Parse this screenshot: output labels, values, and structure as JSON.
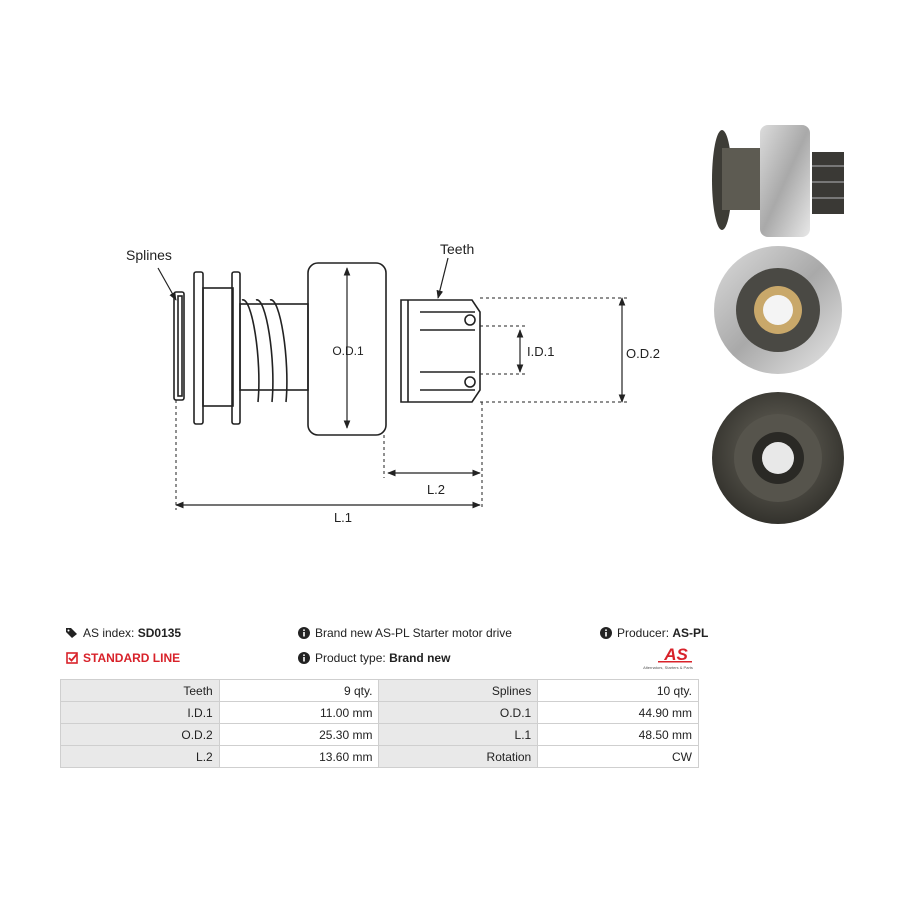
{
  "diagram": {
    "labels": {
      "splines": "Splines",
      "teeth": "Teeth",
      "od1": "O.D.1",
      "id1": "I.D.1",
      "od2": "O.D.2",
      "l1": "L.1",
      "l2": "L.2"
    }
  },
  "info": {
    "as_index_label": "AS index:",
    "as_index_value": "SD0135",
    "standard_line": "STANDARD LINE",
    "description": "Brand new AS-PL Starter motor drive",
    "product_type_label": "Product type:",
    "product_type_value": "Brand new",
    "producer_label": "Producer:",
    "producer_value": "AS-PL",
    "logo_text": "AS",
    "logo_subtext": "Alternators, Starters & Parts"
  },
  "specs": [
    {
      "k1": "Teeth",
      "v1": "9 qty.",
      "k2": "Splines",
      "v2": "10 qty."
    },
    {
      "k1": "I.D.1",
      "v1": "11.00 mm",
      "k2": "O.D.1",
      "v2": "44.90 mm"
    },
    {
      "k1": "O.D.2",
      "v1": "25.30 mm",
      "k2": "L.1",
      "v2": "48.50 mm"
    },
    {
      "k1": "L.2",
      "v1": "13.60 mm",
      "k2": "Rotation",
      "v2": "CW"
    }
  ],
  "colors": {
    "accent_red": "#d8222a",
    "table_key_bg": "#e9e9e9",
    "border": "#cfcfcf"
  }
}
